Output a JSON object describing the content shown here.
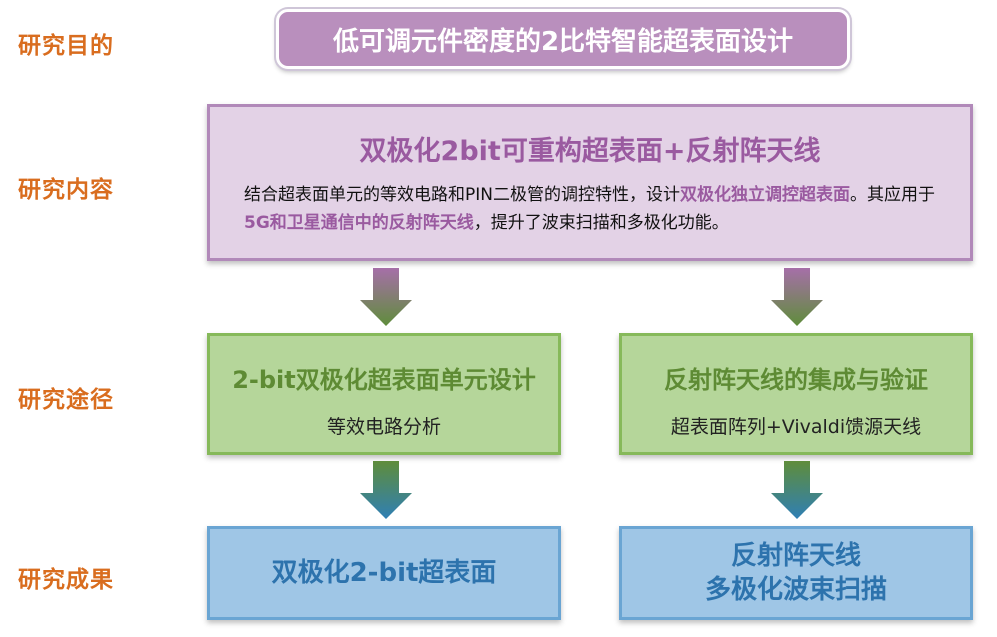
{
  "labels": {
    "purpose": "研究目的",
    "content": "研究内容",
    "method": "研究途径",
    "result": "研究成果"
  },
  "purpose_text": "低可调元件密度的2比特智能超表面设计",
  "content": {
    "title": "双极化2bit可重构超表面+反射阵天线",
    "desc_1": "结合超表面单元的等效电路和PIN二极管的调控特性，设计",
    "desc_hl_1": "双极化独立调控超表面",
    "desc_2": "。其应用于",
    "desc_hl_2": "5G和卫星通信中的反射阵天线",
    "desc_3": "，提升了波束扫描和多极化功能。"
  },
  "method_left": {
    "title": "2-bit双极化超表面单元设计",
    "sub": "等效电路分析"
  },
  "method_right": {
    "title": "反射阵天线的集成与验证",
    "sub": "超表面阵列+Vivaldi馈源天线"
  },
  "result_left": {
    "line1": "双极化2-bit超表面"
  },
  "result_right": {
    "line1": "反射阵天线",
    "line2": "多极化波束扫描"
  },
  "colors": {
    "label": "#d96d1f",
    "purple": "#b98fbd",
    "green": "#b5d69a",
    "blue": "#9fc6e6"
  }
}
